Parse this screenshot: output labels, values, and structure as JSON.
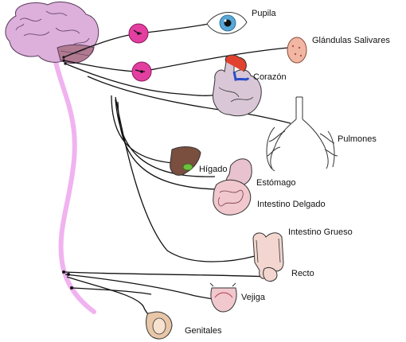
{
  "labels": {
    "pupila": "Pupila",
    "glandulas": "Glándulas Salivares",
    "corazon": "Corazón",
    "pulmones": "Pulmones",
    "higado": "Hígado",
    "estomago": "Estómago",
    "intestino_delgado": "Intestino Delgado",
    "intestino_grueso": "Intestino Grueso",
    "recto": "Recto",
    "vejiga": "Vejiga",
    "genitales": "Genitales"
  },
  "colors": {
    "brain": "#d9a6d6",
    "spinal_cord": "#f0b3f0",
    "ganglion": "#e23fa0",
    "nerve": "#111111"
  }
}
